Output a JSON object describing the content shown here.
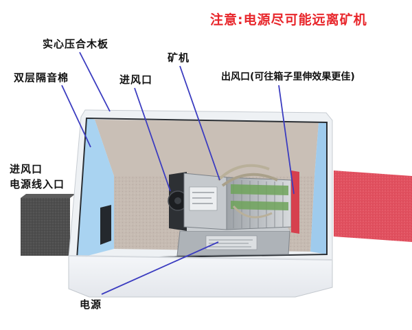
{
  "notice": {
    "text": "注意:电源尽可能远离矿机",
    "color": "#e8262b"
  },
  "labels": {
    "plywood": "实心压合木板",
    "foam": "双层隔音棉",
    "intake_inner": "进风口",
    "miner": "矿机",
    "outlet": "出风口(可往箱子里伸效果更佳)",
    "intake_outer_line1": "进风口",
    "intake_outer_line2": "电源线入口",
    "psu": "电源"
  },
  "colors": {
    "leader_line": "#3b3cc0",
    "box_shell": "#f2f4f7",
    "foam_blue": "#a9d3f1",
    "floor": "#c8bdb4",
    "duct_grey": "#4a4a4a",
    "duct_red": "#e1505f"
  }
}
